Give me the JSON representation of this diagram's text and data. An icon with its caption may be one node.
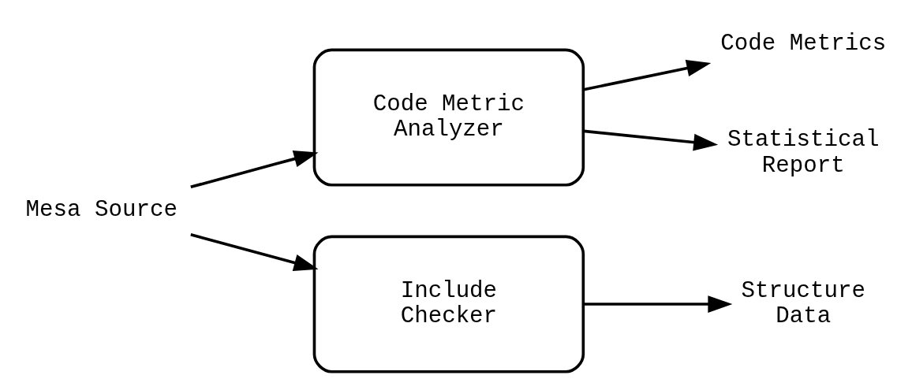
{
  "diagram": {
    "nodes": [
      {
        "text": [
          "Mesa Source"
        ]
      },
      {
        "text": [
          "Code Metric Analyzer"
        ]
      },
      {
        "text": [
          "Include Checker"
        ]
      },
      {
        "text": [
          "Code Metrics"
        ]
      },
      {
        "text": [
          "Statistical Report"
        ]
      },
      {
        "text": [
          "Structure Data"
        ]
      }
    ],
    "edges": [
      {
        "from": 0,
        "to": 1,
        "arrow": "to"
      },
      {
        "from": 0,
        "to": 2,
        "arrow": "to"
      },
      {
        "from": 1,
        "to": 3,
        "arrow": "to"
      },
      {
        "from": 1,
        "to": 4,
        "arrow": "to"
      },
      {
        "from": 2,
        "to": 5,
        "arrow": "to"
      }
    ]
  }
}
